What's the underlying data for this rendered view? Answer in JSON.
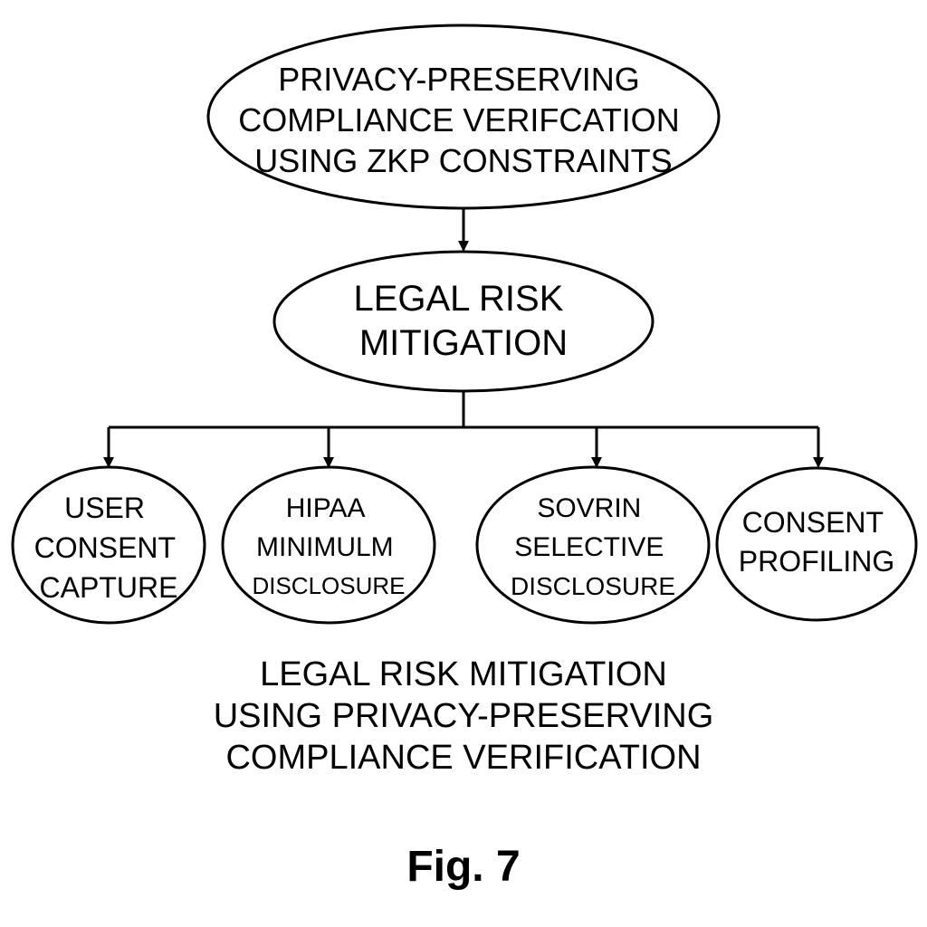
{
  "diagram": {
    "root": {
      "lines": [
        "PRIVACY-PRESERVING",
        "COMPLIANCE VERIFCATION",
        "USING ZKP CONSTRAINTS"
      ]
    },
    "middle": {
      "lines": [
        "LEGAL RISK",
        "MITIGATION"
      ]
    },
    "leaves": [
      {
        "id": "user-consent-capture",
        "lines": [
          "USER",
          "CONSENT",
          "CAPTURE"
        ]
      },
      {
        "id": "hipaa-minimum-disclosure",
        "lines": [
          "HIPAA",
          "MINIMULM",
          "DISCLOSURE"
        ]
      },
      {
        "id": "sovrin-selective-disclosure",
        "lines": [
          "SOVRIN",
          "SELECTIVE",
          "DISCLOSURE"
        ]
      },
      {
        "id": "consent-profiling",
        "lines": [
          "CONSENT",
          "PROFILING"
        ]
      }
    ]
  },
  "caption": {
    "lines": [
      "LEGAL RISK MITIGATION",
      "USING PRIVACY-PRESERVING",
      "COMPLIANCE VERIFICATION"
    ]
  },
  "figure_label": "Fig. 7"
}
